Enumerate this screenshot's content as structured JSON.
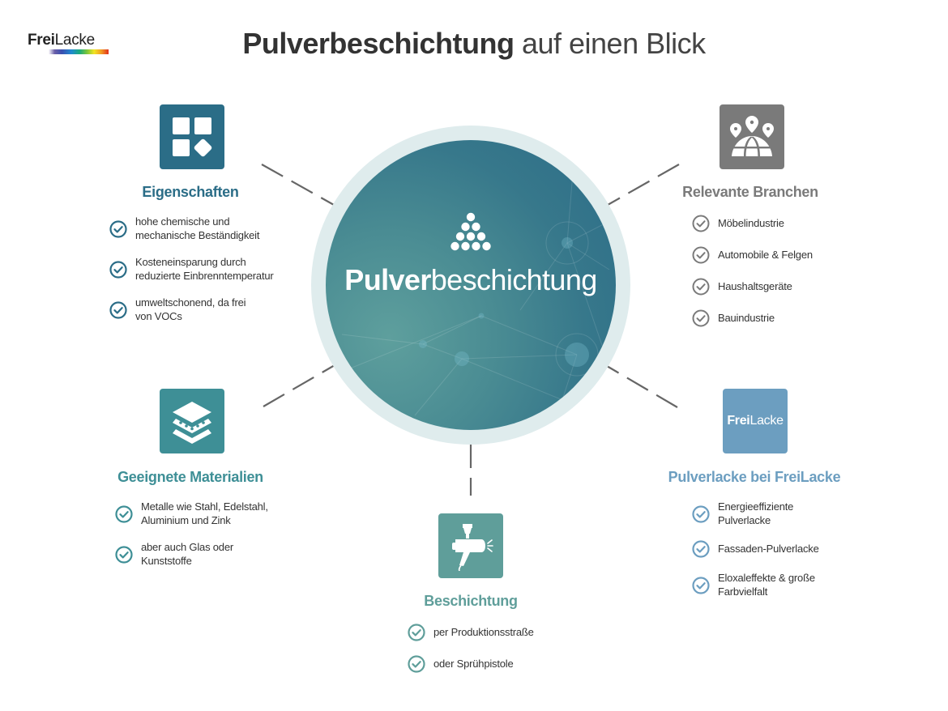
{
  "logo": {
    "bold": "Frei",
    "light": "Lacke"
  },
  "title": {
    "bold": "Pulverbeschichtung",
    "light": " auf einen Blick"
  },
  "center": {
    "icon": "powder-pyramid-icon",
    "bold": "Pulver",
    "light": "beschichtung"
  },
  "colors": {
    "eigenschaften": "#2b6d87",
    "branchen": "#7a7a7a",
    "materialien": "#3e8f96",
    "beschichtung": "#5f9e9a",
    "freilacke": "#6c9ec0",
    "connector": "#666666",
    "ring": "#dfeced"
  },
  "sections": {
    "eigenschaften": {
      "icon": "grid-shapes-icon",
      "title": "Eigenschaften",
      "items": [
        "hohe chemische und\nmechanische Beständigkeit",
        "Kosteneinsparung durch\nreduzierte Einbrenntemperatur",
        "umweltschonend, da frei\nvon VOCs"
      ]
    },
    "branchen": {
      "icon": "globe-locations-icon",
      "title": "Relevante Branchen",
      "items": [
        "Möbelindustrie",
        "Automobile & Felgen",
        "Haushaltsgeräte",
        "Bauindustrie"
      ]
    },
    "materialien": {
      "icon": "layers-icon",
      "title": "Geeignete Materialien",
      "items": [
        "Metalle wie Stahl, Edelstahl,\nAluminium und Zink",
        "aber auch Glas oder\nKunststoffe"
      ]
    },
    "beschichtung": {
      "icon": "spray-gun-icon",
      "title": "Beschichtung",
      "items": [
        "per Produktionsstraße",
        "oder Sprühpistole"
      ]
    },
    "freilacke": {
      "icon": "freilacke-logo-icon",
      "brand_bold": "Frei",
      "brand_light": "Lacke",
      "title": "Pulverlacke bei FreiLacke",
      "items": [
        "Energieeffiziente\nPulverlacke",
        "Fassaden-Pulverlacke",
        "Eloxaleffekte & große\nFarbvielfalt"
      ]
    }
  }
}
